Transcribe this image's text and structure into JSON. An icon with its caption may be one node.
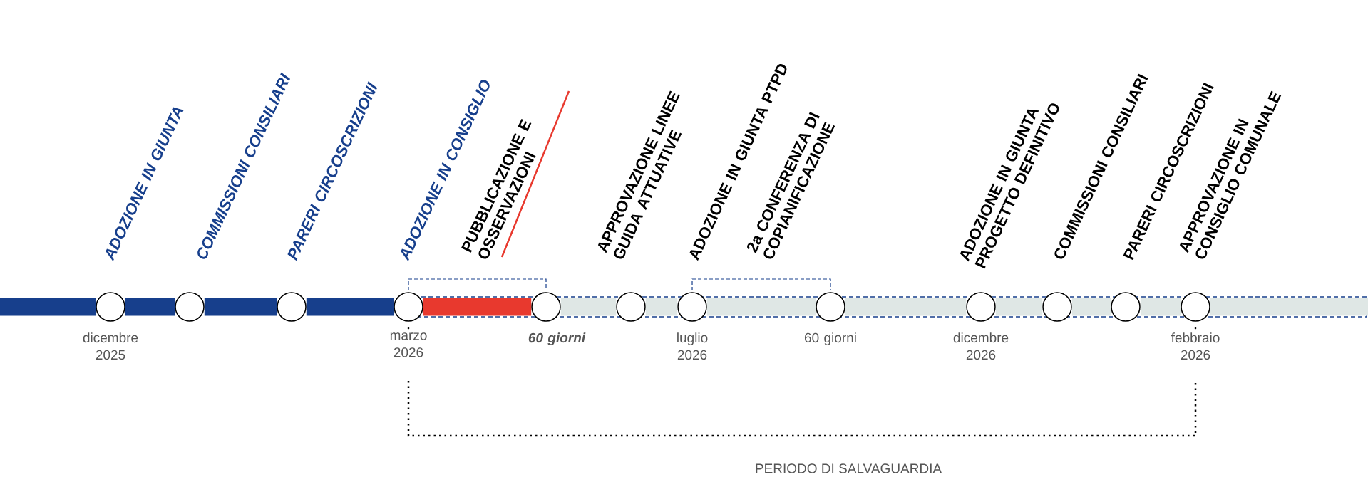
{
  "diagram": {
    "nodes": [
      {
        "text": [
          "ADOZIONE IN GIUNTA"
        ],
        "beside": [
          "dicembre 2025"
        ]
      },
      {
        "text": [
          "COMMISSIONI CONSILIARI"
        ]
      },
      {
        "text": [
          "PARERI CIRCOSCRIZIONI"
        ]
      },
      {
        "text": [
          "ADOZIONE IN CONSIGLIO"
        ],
        "beside": [
          "marzo 2026"
        ]
      },
      {
        "text": [
          "PUBBLICAZIONE E OSSERVAZIONI"
        ],
        "beside": [
          "60 giorni"
        ]
      },
      {
        "text": [
          "APPROVAZIONE LINEE GUIDA ATTUATIVE"
        ]
      },
      {
        "text": [
          "ADOZIONE IN GIUNTA PTPD"
        ],
        "beside": [
          "luglio 2026"
        ]
      },
      {
        "text": [
          "2a CONFERENZA DI COPIANIFICAZIONE"
        ],
        "beside": [
          "60 giorni"
        ]
      },
      {
        "text": [
          "ADOZIONE IN GIUNTA PROGETTO DEFINITIVO"
        ],
        "beside": [
          "dicembre 2026"
        ]
      },
      {
        "text": [
          "COMMISSIONI CONSILIARI"
        ]
      },
      {
        "text": [
          "PARERI CIRCOSCRIZIONI"
        ]
      },
      {
        "text": [
          "APPROVAZIONE IN CONSIGLIO COMUNALE"
        ],
        "beside": [
          "febbraio 2026"
        ]
      }
    ],
    "edges": [
      {
        "from": null,
        "to": 0,
        "arrow": "none",
        "color": "#173f8c"
      },
      {
        "from": 0,
        "to": 1,
        "arrow": "none",
        "color": "#173f8c"
      },
      {
        "from": 1,
        "to": 2,
        "arrow": "none",
        "color": "#173f8c"
      },
      {
        "from": 2,
        "to": 3,
        "arrow": "none",
        "color": "#173f8c"
      },
      {
        "from": 3,
        "to": 4,
        "arrow": "none",
        "color": "#e8392e"
      },
      {
        "from": 4,
        "to": 5,
        "arrow": "none"
      },
      {
        "from": 5,
        "to": 6,
        "arrow": "none"
      },
      {
        "from": 6,
        "to": 7,
        "arrow": "none"
      },
      {
        "from": 7,
        "to": 8,
        "arrow": "none"
      },
      {
        "from": 8,
        "to": 9,
        "arrow": "none"
      },
      {
        "from": 9,
        "to": 10,
        "arrow": "none"
      },
      {
        "from": 10,
        "to": 11,
        "arrow": "none"
      },
      {
        "from": 11,
        "to": null,
        "arrow": "none"
      }
    ],
    "labels": [
      "PERIODO DI SALVAGUARDIA"
    ]
  }
}
